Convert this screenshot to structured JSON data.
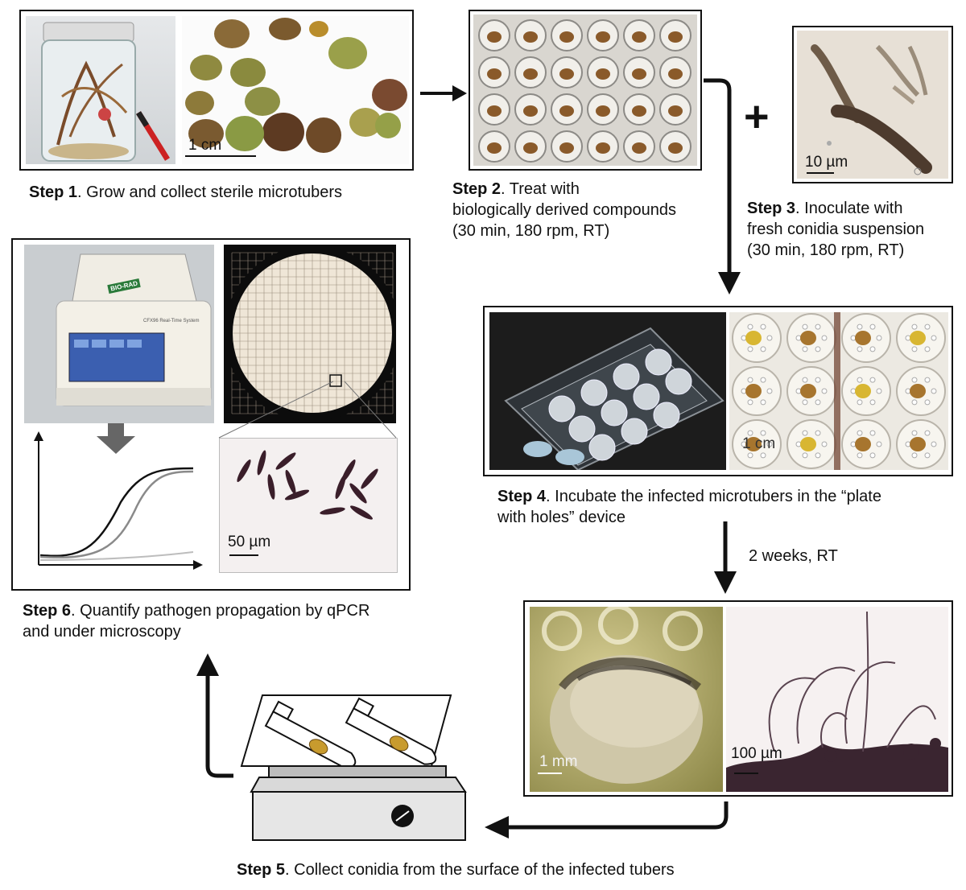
{
  "step1": {
    "bold": "Step 1",
    "text": ". Grow and collect sterile microtubers",
    "scale": "1 cm"
  },
  "step2": {
    "bold": "Step 2",
    "line1": ". Treat with",
    "line2": "biologically derived compounds",
    "line3": "(30 min, 180 rpm, RT)"
  },
  "step3": {
    "bold": "Step 3",
    "line1": ". Inoculate with",
    "line2": "fresh conidia suspension",
    "line3": "(30 min, 180 rpm, RT)",
    "scale": "10 µm",
    "plus": "+"
  },
  "step4": {
    "bold": "Step 4",
    "line1": ". Incubate the infected microtubers in the “plate",
    "line2": "with holes” device",
    "scale": "1 cm"
  },
  "step4to5": {
    "label": "2 weeks, RT"
  },
  "step5": {
    "bold": "Step 5",
    "text": ". Collect conidia from the surface of the infected tubers",
    "scale_left": "1 mm",
    "scale_right": "100 µm"
  },
  "step6": {
    "bold": "Step 6",
    "line1": ". Quantify pathogen propagation by qPCR",
    "line2": "and under microscopy",
    "scale": "50 µm",
    "brand": "BIO-RAD",
    "device": "CFX96 Real-Time System"
  },
  "colors": {
    "tuber": "#8a5a2a",
    "tuber_green": "#8f9a45",
    "stir_plate": "#d9d9d9",
    "conidia_dark": "#3a1e2a"
  }
}
